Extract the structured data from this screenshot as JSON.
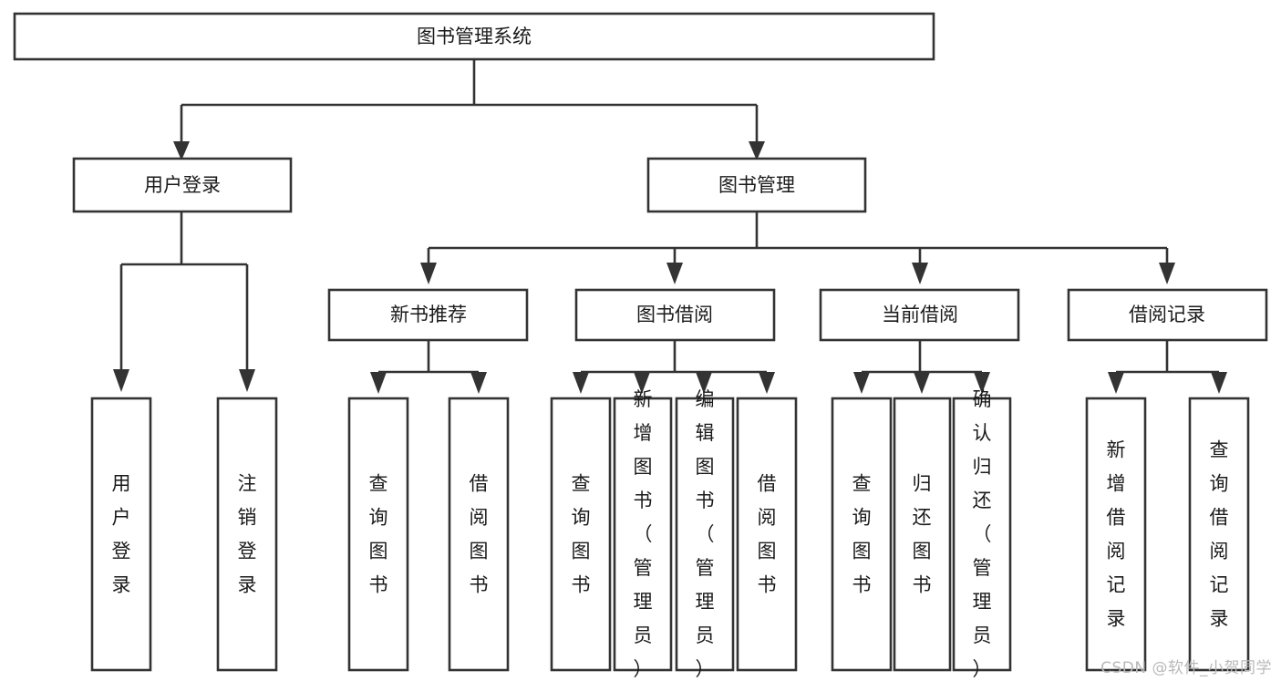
{
  "diagram": {
    "title": "图书管理系统",
    "type": "tree-hierarchy",
    "root": {
      "id": "root",
      "label": "图书管理系统",
      "orientation": "horizontal"
    },
    "level2": [
      {
        "id": "user-login",
        "label": "用户登录",
        "orientation": "horizontal"
      },
      {
        "id": "book-management",
        "label": "图书管理",
        "orientation": "horizontal"
      }
    ],
    "level3": [
      {
        "id": "new-book-recommend",
        "label": "新书推荐",
        "orientation": "horizontal",
        "parent": "book-management"
      },
      {
        "id": "book-borrow",
        "label": "图书借阅",
        "orientation": "horizontal",
        "parent": "book-management"
      },
      {
        "id": "current-borrow",
        "label": "当前借阅",
        "orientation": "horizontal",
        "parent": "book-management"
      },
      {
        "id": "borrow-record",
        "label": "借阅记录",
        "orientation": "horizontal",
        "parent": "book-management"
      }
    ],
    "leaves": [
      {
        "id": "leaf-user-login",
        "label": "用户登录",
        "parent": "user-login",
        "orientation": "vertical"
      },
      {
        "id": "leaf-user-logout",
        "label": "注销登录",
        "parent": "user-login",
        "orientation": "vertical"
      },
      {
        "id": "leaf-query-book-1",
        "label": "查询图书",
        "parent": "new-book-recommend",
        "orientation": "vertical"
      },
      {
        "id": "leaf-borrow-book-1",
        "label": "借阅图书",
        "parent": "new-book-recommend",
        "orientation": "vertical"
      },
      {
        "id": "leaf-query-book-2",
        "label": "查询图书",
        "parent": "book-borrow",
        "orientation": "vertical"
      },
      {
        "id": "leaf-add-book",
        "label": "新增图书（管理员）",
        "parent": "book-borrow",
        "orientation": "vertical"
      },
      {
        "id": "leaf-edit-book",
        "label": "编辑图书（管理员）",
        "parent": "book-borrow",
        "orientation": "vertical"
      },
      {
        "id": "leaf-borrow-book-2",
        "label": "借阅图书",
        "parent": "book-borrow",
        "orientation": "vertical"
      },
      {
        "id": "leaf-query-book-3",
        "label": "查询图书",
        "parent": "current-borrow",
        "orientation": "vertical"
      },
      {
        "id": "leaf-return-book",
        "label": "归还图书",
        "parent": "current-borrow",
        "orientation": "vertical"
      },
      {
        "id": "leaf-confirm-return",
        "label": "确认归还（管理员）",
        "parent": "current-borrow",
        "orientation": "vertical"
      },
      {
        "id": "leaf-add-record",
        "label": "新增借阅记录",
        "parent": "borrow-record",
        "orientation": "vertical"
      },
      {
        "id": "leaf-query-record",
        "label": "查询借阅记录",
        "parent": "borrow-record",
        "orientation": "vertical"
      }
    ],
    "colors": {
      "box_stroke": "#333333",
      "box_fill": "#ffffff",
      "text": "#1a1a1a",
      "background": "#ffffff",
      "watermark": "#b9b9b9"
    }
  },
  "watermark": {
    "text": "CSDN @软件_小贺同学"
  }
}
